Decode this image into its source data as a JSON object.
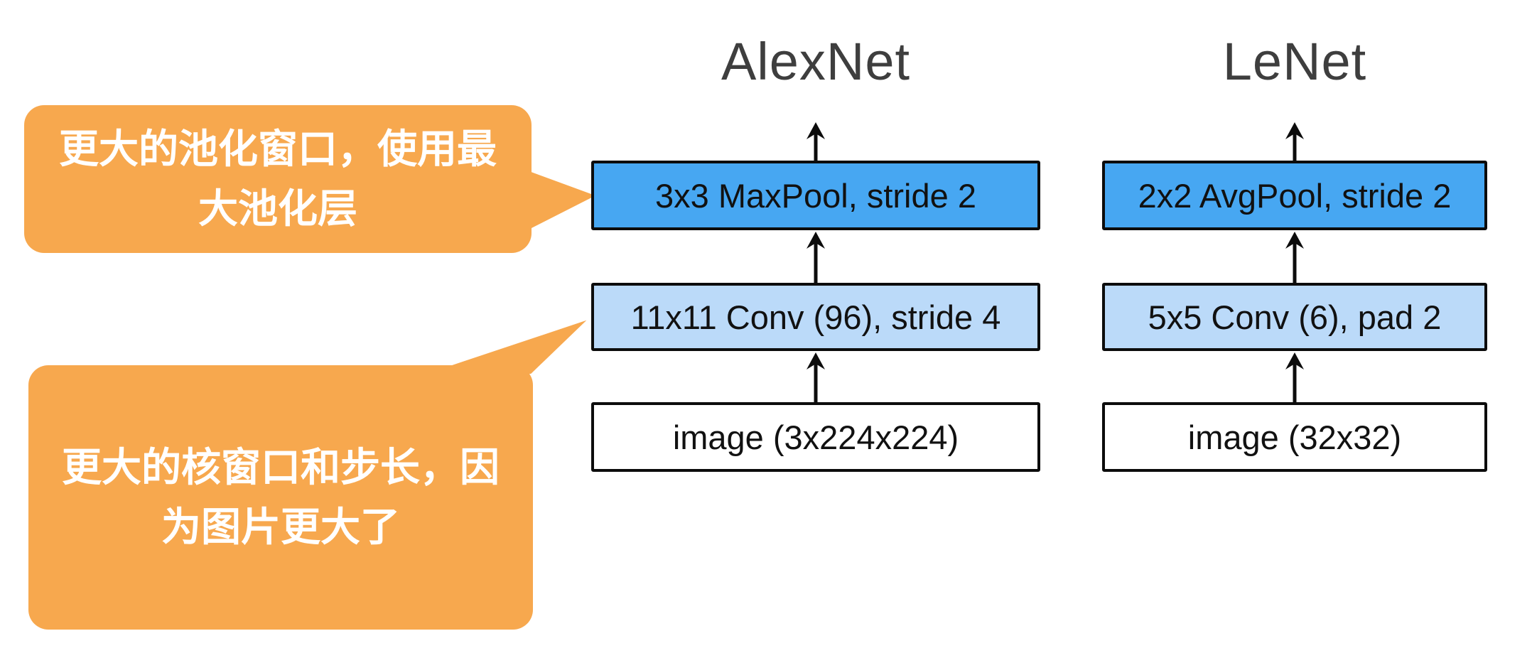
{
  "diagram": {
    "columns": [
      {
        "title": "AlexNet",
        "layers": [
          {
            "label": "3x3 MaxPool, stride 2"
          },
          {
            "label": "11x11 Conv (96), stride 4"
          },
          {
            "label": "image (3x224x224)"
          }
        ]
      },
      {
        "title": "LeNet",
        "layers": [
          {
            "label": "2x2 AvgPool, stride 2"
          },
          {
            "label": "5x5 Conv (6), pad 2"
          },
          {
            "label": "image (32x32)"
          }
        ]
      }
    ],
    "callouts": [
      {
        "text": "更大的池化窗口，使用最\n大池化层"
      },
      {
        "text": "更大的核窗口和步长，因\n为图片更大了"
      }
    ],
    "colors": {
      "pool_fill": "#47A7F2",
      "conv_fill": "#BBDAF9",
      "input_fill": "#FFFFFF",
      "callout_fill": "#F7A84E",
      "title_color": "#3E3E3E",
      "stroke": "#0C0C0C"
    }
  }
}
